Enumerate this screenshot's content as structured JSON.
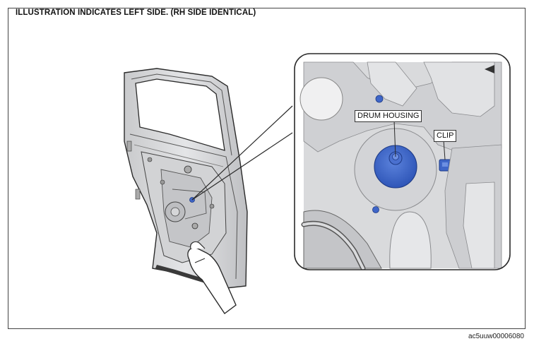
{
  "header": {
    "title": "ILLUSTRATION INDICATES LEFT SIDE. (RH SIDE IDENTICAL)"
  },
  "callouts": {
    "drum_housing": "DRUM HOUSING",
    "clip": "CLIP"
  },
  "footer": {
    "figure_id": "ac5uuw00006080"
  },
  "colors": {
    "highlight_blue": "#3f66c8",
    "panel_gray": "#d9dadc",
    "outline": "#2a2a2a"
  },
  "icons": [
    "door-panel-illustration",
    "hand-illustration",
    "detail-magnifier"
  ]
}
